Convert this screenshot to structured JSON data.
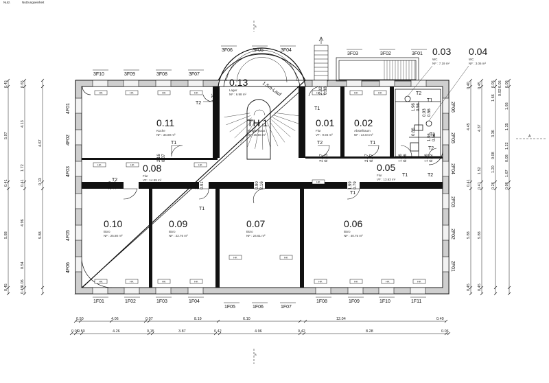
{
  "legend": {
    "left": "Nutz.",
    "right": "Nutzungseinheit"
  },
  "section_marker": "B",
  "side_marker": "A",
  "rooms": {
    "r011": {
      "no": "0.11",
      "name": "Küche",
      "area": "NF :  34.89 m²"
    },
    "r013": {
      "no": "0.13",
      "name": "Lager",
      "area": "NF :  6.98 m²"
    },
    "th1": {
      "no": "TH 1",
      "name": "Treppenhaus",
      "area": "VF :  35.56 m²"
    },
    "r001": {
      "no": "0.01",
      "name": "Flur",
      "area": "VF :  9.94 m²"
    },
    "r002": {
      "no": "0.02",
      "name": "Abstellraum",
      "area": "NF :  14.04 m²"
    },
    "r003": {
      "no": "0.03",
      "name": "WC",
      "area": "NF :  7.19 m²"
    },
    "r004": {
      "no": "0.04",
      "name": "WC",
      "area": "NF :  3.06 m²"
    },
    "r008": {
      "no": "0.08",
      "name": "Flur",
      "area": "VF :  14.59 m²"
    },
    "r005": {
      "no": "0.05",
      "name": "Flur",
      "area": "VF :  13.63 m²"
    },
    "r010": {
      "no": "0.10",
      "name": "Büro",
      "area": "NF :  25.80 m²"
    },
    "r009": {
      "no": "0.09",
      "name": "Büro",
      "area": "NF :  22.76 m²"
    },
    "r007": {
      "no": "0.07",
      "name": "Büro",
      "area": "NF :  24.61 m²"
    },
    "r006": {
      "no": "0.06",
      "name": "Büro",
      "area": "NF :  40.75 m²"
    }
  },
  "stair_label": "1.5m-Lauf",
  "window_tags": {
    "t3F06": "3F06",
    "t3F05": "3F05",
    "t3F04": "3F04",
    "t3F03": "3F03",
    "t3F02": "3F02",
    "t3F01": "3F01",
    "t3F10": "3F10",
    "t3F09": "3F09",
    "t3F08": "3F08",
    "t3F07": "3F07",
    "t4F01": "4F01",
    "t4F02": "4F02",
    "t4F03": "4F03",
    "t4F05": "4F05",
    "t4F06": "4F06",
    "t2F06": "2F06",
    "t2F05": "2F05",
    "t2F04": "2F04",
    "t2F03": "2F03",
    "t2F02": "2F02",
    "t2F01": "2F01",
    "t1F01": "1F01",
    "t1F02": "1F02",
    "t1F03": "1F03",
    "t1F04": "1F04",
    "t1F05": "1F05",
    "t1F06": "1F06",
    "t1F07": "1F07",
    "t1F08": "1F08",
    "t1F09": "1F09",
    "t1F10": "1F10",
    "t1F11": "1F11"
  },
  "door_types": {
    "t1": "T1",
    "t2": "T2"
  },
  "door_dims": {
    "d175": "1.75",
    "d076": "0.76",
    "d202": "2.02",
    "d088": "0.88",
    "d216": "2.16",
    "d087": "0.87",
    "d217": "2.17",
    "d083": "0.83",
    "d210": "2.10",
    "d185": "1.85",
    "d212": "2.12",
    "d091": "0.91",
    "d090": "0.90",
    "d1_99": "1.99",
    "d079": "0.79",
    "d186": "1.86",
    "d066": "0.66",
    "d093": "0.93",
    "d056": "0.56",
    "d196": "1.96",
    "d062": "0.62",
    "d086": "0.86"
  },
  "hk": "HK",
  "dims_bottom_row1": [
    "0.50",
    "4.06",
    "0.07",
    "8.19",
    "6.10",
    "12.04",
    "0.40"
  ],
  "dims_bottom_row2": [
    "0.06",
    "0.50",
    "4.26",
    "0.15",
    "3.87",
    "0.42",
    "4.96",
    "0.42",
    "8.28",
    "0.06"
  ],
  "dims_left_outer": [
    "0.45",
    "5.97",
    "0.41",
    "5.88",
    "0.45"
  ],
  "dims_left_mid": [
    "0.65",
    "4.13",
    "1.72",
    "0.41",
    "4.96",
    "0.54",
    "0.06",
    "0.45"
  ],
  "dims_left_inner": [
    "4.67",
    "0.13",
    "5.88"
  ],
  "dims_right_a": [
    "0.40",
    "4.45",
    "0.41",
    "5.88",
    "0.45"
  ],
  "dims_right_b": [
    "0.45",
    "4.37",
    "1.52",
    "0.41",
    "5.88",
    "0.45"
  ],
  "dims_right_c": [
    "0.05",
    "1.66",
    "0.92",
    "0.05",
    "3.36",
    "0.08",
    "1.20",
    "0.26"
  ],
  "dims_right_d": [
    "0.06",
    "1.22",
    "1.35",
    "0.08",
    "1.67",
    "0.06",
    "1.66"
  ]
}
